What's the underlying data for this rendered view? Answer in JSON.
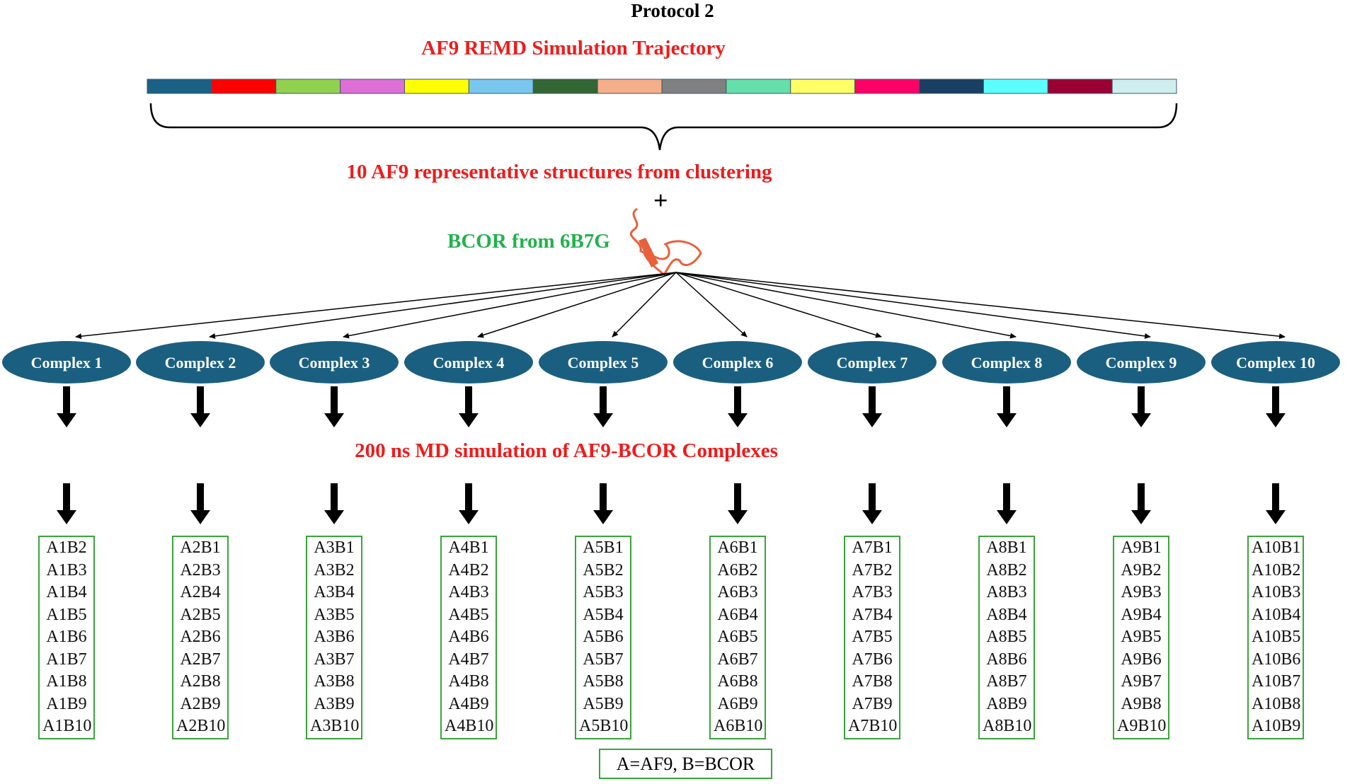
{
  "title": "Protocol 2",
  "trajectory_label": "AF9 REMD Simulation Trajectory",
  "trajectory_colors": [
    "#1a6185",
    "#ff0000",
    "#92d050",
    "#de6fd6",
    "#ffff00",
    "#79c6ee",
    "#336633",
    "#f4ae8a",
    "#808080",
    "#66dfaa",
    "#ffff66",
    "#ff0066",
    "#1a3f62",
    "#5cffff",
    "#990033",
    "#cfeeee"
  ],
  "cluster_label": "10 AF9 representative structures from clustering",
  "plus_symbol": "+",
  "bcor_label": "BCOR from 6B7G",
  "md_label": "200 ns MD simulation of AF9-BCOR Complexes",
  "complexes": [
    {
      "label": "Complex 1",
      "pairs": [
        "A1B2",
        "A1B3",
        "A1B4",
        "A1B5",
        "A1B6",
        "A1B7",
        "A1B8",
        "A1B9",
        "A1B10"
      ]
    },
    {
      "label": "Complex 2",
      "pairs": [
        "A2B1",
        "A2B3",
        "A2B4",
        "A2B5",
        "A2B6",
        "A2B7",
        "A2B8",
        "A2B9",
        "A2B10"
      ]
    },
    {
      "label": "Complex 3",
      "pairs": [
        "A3B1",
        "A3B2",
        "A3B4",
        "A3B5",
        "A3B6",
        "A3B7",
        "A3B8",
        "A3B9",
        "A3B10"
      ]
    },
    {
      "label": "Complex 4",
      "pairs": [
        "A4B1",
        "A4B2",
        "A4B3",
        "A4B5",
        "A4B6",
        "A4B7",
        "A4B8",
        "A4B9",
        "A4B10"
      ]
    },
    {
      "label": "Complex 5",
      "pairs": [
        "A5B1",
        "A5B2",
        "A5B3",
        "A5B4",
        "A5B6",
        "A5B7",
        "A5B8",
        "A5B9",
        "A5B10"
      ]
    },
    {
      "label": "Complex 6",
      "pairs": [
        "A6B1",
        "A6B2",
        "A6B3",
        "A6B4",
        "A6B5",
        "A6B7",
        "A6B8",
        "A6B9",
        "A6B10"
      ]
    },
    {
      "label": "Complex 7",
      "pairs": [
        "A7B1",
        "A7B2",
        "A7B3",
        "A7B4",
        "A7B5",
        "A7B6",
        "A7B8",
        "A7B9",
        "A7B10"
      ]
    },
    {
      "label": "Complex 8",
      "pairs": [
        "A8B1",
        "A8B2",
        "A8B3",
        "A8B4",
        "A8B5",
        "A8B6",
        "A8B7",
        "A8B9",
        "A8B10"
      ]
    },
    {
      "label": "Complex 9",
      "pairs": [
        "A9B1",
        "A9B2",
        "A9B3",
        "A9B4",
        "A9B5",
        "A9B6",
        "A9B7",
        "A9B8",
        "A9B10"
      ]
    },
    {
      "label": "Complex 10",
      "pairs": [
        "A10B1",
        "A10B2",
        "A10B3",
        "A10B4",
        "A10B5",
        "A10B6",
        "A10B7",
        "A10B8",
        "A10B9"
      ]
    }
  ],
  "legend": "A=AF9, B=BCOR",
  "colors": {
    "oval": "#1a5f80",
    "red_text": "#ee1c1c",
    "green_text": "#22b14c",
    "box_border": "#3aa43a",
    "protein": "#e8603c"
  }
}
